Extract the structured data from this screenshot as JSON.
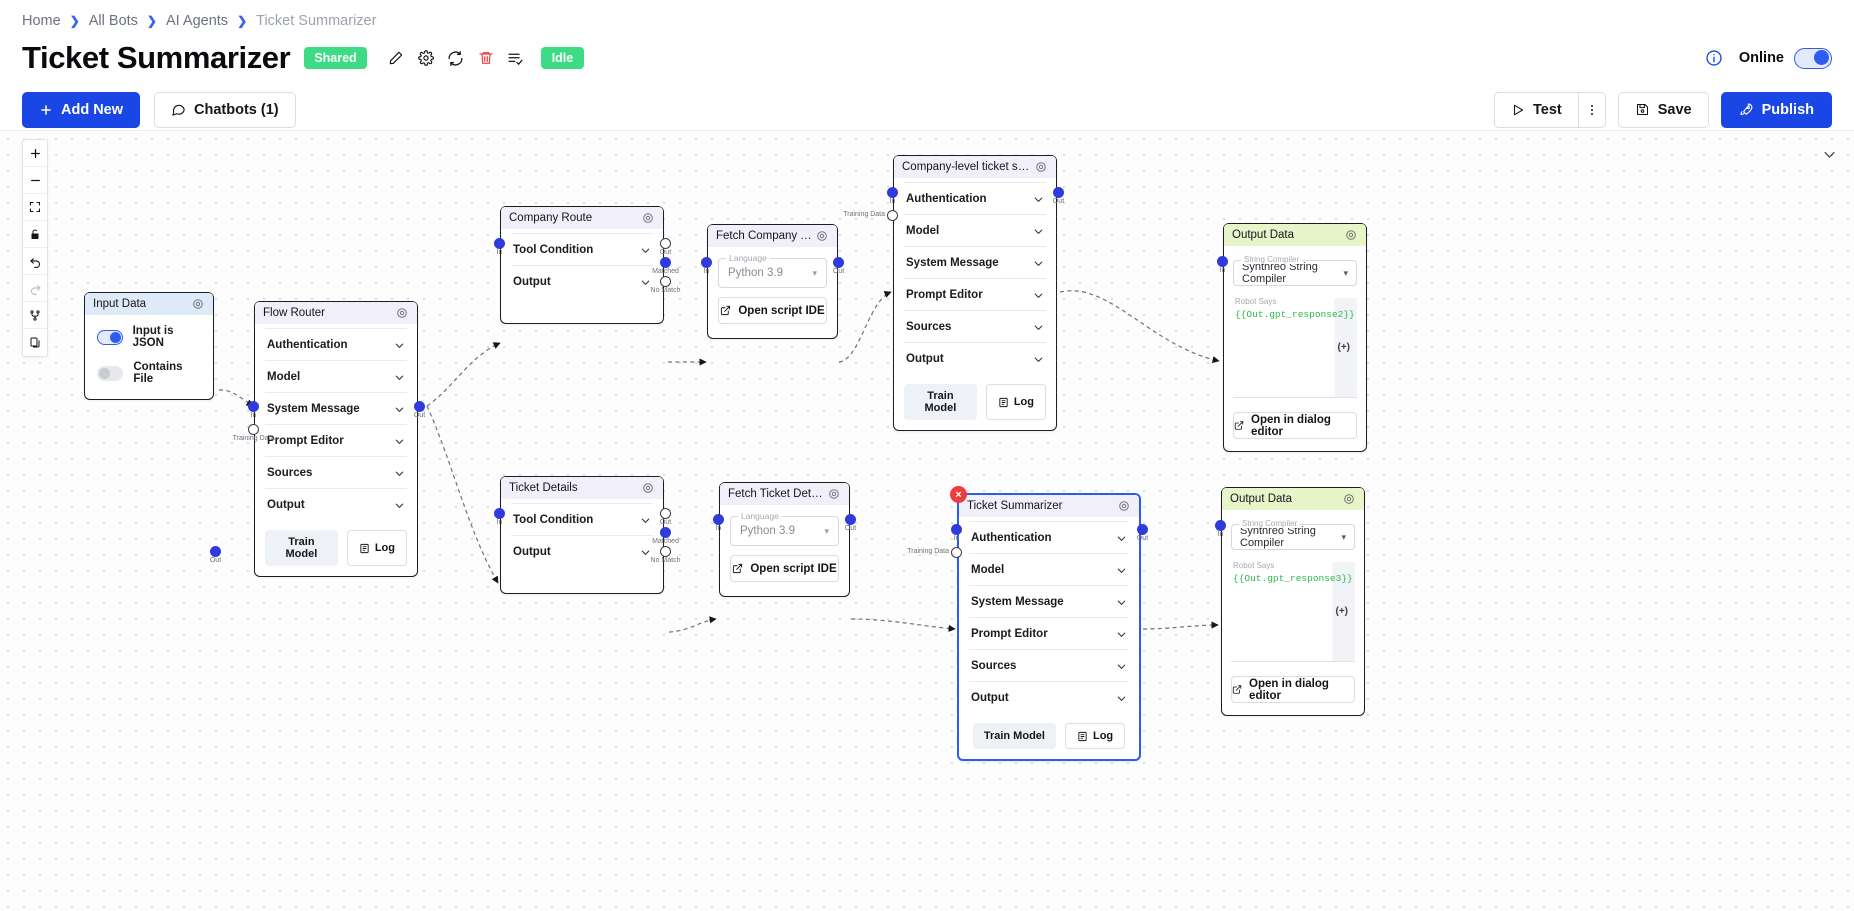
{
  "breadcrumb": {
    "items": [
      {
        "label": "Home"
      },
      {
        "label": "All Bots"
      },
      {
        "label": "AI Agents"
      },
      {
        "label": "Ticket Summarizer"
      }
    ],
    "separator": "❯"
  },
  "header": {
    "title": "Ticket Summarizer",
    "shared_badge": "Shared",
    "status_badge": "Idle",
    "icons": [
      "edit-icon",
      "gear-icon",
      "refresh-icon",
      "trash-icon",
      "tasks-icon"
    ],
    "online_label": "Online",
    "online_toggle": "on"
  },
  "toolbar": {
    "add_new": "Add New",
    "chatbots": "Chatbots (1)",
    "test": "Test",
    "save": "Save",
    "publish": "Publish"
  },
  "canvas_tools": [
    {
      "name": "zoom-in-icon",
      "glyph": "+"
    },
    {
      "name": "zoom-out-icon",
      "glyph": "−"
    },
    {
      "name": "fit-screen-icon",
      "glyph": "⛶"
    },
    {
      "name": "lock-icon",
      "glyph": "ὑ2"
    },
    {
      "name": "undo-icon",
      "glyph": "↶"
    },
    {
      "name": "redo-icon",
      "glyph": "↷"
    },
    {
      "name": "branch-icon",
      "glyph": "⑂"
    },
    {
      "name": "copy-icon",
      "glyph": "⧉"
    }
  ],
  "port_labels": {
    "in": "In",
    "out": "Out",
    "matched": "Matched",
    "no_match": "No Match",
    "training_data": "Training Data"
  },
  "nodes": {
    "input_data": {
      "title": "Input Data",
      "toggles": [
        {
          "label": "Input is JSON",
          "state": "on"
        },
        {
          "label": "Contains File",
          "state": "off"
        }
      ]
    },
    "flow_router": {
      "title": "Flow Router",
      "sections": [
        "Authentication",
        "Model",
        "System Message",
        "Prompt Editor",
        "Sources",
        "Output"
      ],
      "train_model": "Train Model",
      "log": "Log"
    },
    "company_route": {
      "title": "Company Route",
      "sections": [
        "Tool Condition",
        "Output"
      ]
    },
    "fetch_company_tickets": {
      "title": "Fetch Company Tickets",
      "language_label": "Language",
      "language_value": "Python 3.9",
      "open_script": "Open script IDE"
    },
    "company_summary": {
      "title": "Company-level ticket sum...",
      "sections": [
        "Authentication",
        "Model",
        "System Message",
        "Prompt Editor",
        "Sources",
        "Output"
      ],
      "train_model": "Train Model",
      "log": "Log"
    },
    "output_data_top": {
      "title": "Output Data",
      "compiler_label": "String Compiler",
      "compiler_value": "Synthreo String Compiler",
      "robot_label": "Robot Says",
      "robot_code": "{{Out.gpt_response2}}",
      "plus": "(+)",
      "open_dialog": "Open in dialog editor"
    },
    "ticket_details": {
      "title": "Ticket Details",
      "sections": [
        "Tool Condition",
        "Output"
      ]
    },
    "fetch_ticket_details": {
      "title": "Fetch Ticket Details",
      "language_label": "Language",
      "language_value": "Python 3.9",
      "open_script": "Open script IDE"
    },
    "ticket_summarizer": {
      "title": "Ticket Summarizer",
      "sections": [
        "Authentication",
        "Model",
        "System Message",
        "Prompt Editor",
        "Sources",
        "Output"
      ],
      "train_model": "Train Model",
      "log": "Log",
      "selected": true,
      "close": "×"
    },
    "output_data_bottom": {
      "title": "Output Data",
      "compiler_label": "String Compiler",
      "compiler_value": "Synthreo String Compiler",
      "robot_label": "Robot Says",
      "robot_code": "{{Out.gpt_response3}}",
      "plus": "(+)",
      "open_dialog": "Open in dialog editor"
    }
  },
  "colors": {
    "primary": "#1a46e5",
    "green_badge": "#3ddc84",
    "node_border": "#1d1e23",
    "selected": "#2f5cf0",
    "code_green": "#2db84d",
    "danger": "#ef3d3d"
  }
}
